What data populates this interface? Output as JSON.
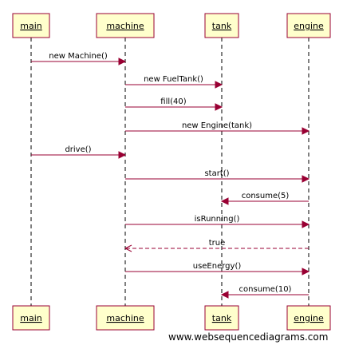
{
  "participants": [
    {
      "id": "main",
      "label": "main"
    },
    {
      "id": "machine",
      "label": "machine"
    },
    {
      "id": "tank",
      "label": "tank"
    },
    {
      "id": "engine",
      "label": "engine"
    }
  ],
  "messages": [
    {
      "from": "main",
      "to": "machine",
      "label": "new Machine()",
      "style": "solid"
    },
    {
      "from": "machine",
      "to": "tank",
      "label": "new FuelTank()",
      "style": "solid"
    },
    {
      "from": "machine",
      "to": "tank",
      "label": "fill(40)",
      "style": "solid"
    },
    {
      "from": "machine",
      "to": "engine",
      "label": "new Engine(tank)",
      "style": "solid"
    },
    {
      "from": "main",
      "to": "machine",
      "label": "drive()",
      "style": "solid"
    },
    {
      "from": "machine",
      "to": "engine",
      "label": "start()",
      "style": "solid"
    },
    {
      "from": "engine",
      "to": "tank",
      "label": "consume(5)",
      "style": "solid"
    },
    {
      "from": "machine",
      "to": "engine",
      "label": "isRunning()",
      "style": "solid"
    },
    {
      "from": "engine",
      "to": "machine",
      "label": "true",
      "style": "dashed"
    },
    {
      "from": "machine",
      "to": "engine",
      "label": "useEnergy()",
      "style": "solid"
    },
    {
      "from": "engine",
      "to": "tank",
      "label": "consume(10)",
      "style": "solid"
    }
  ],
  "watermark": "www.websequencediagrams.com",
  "colors": {
    "box_fill": "#FFFFCC",
    "box_stroke": "#990033",
    "arrow": "#990033",
    "lifeline": "#000000"
  }
}
